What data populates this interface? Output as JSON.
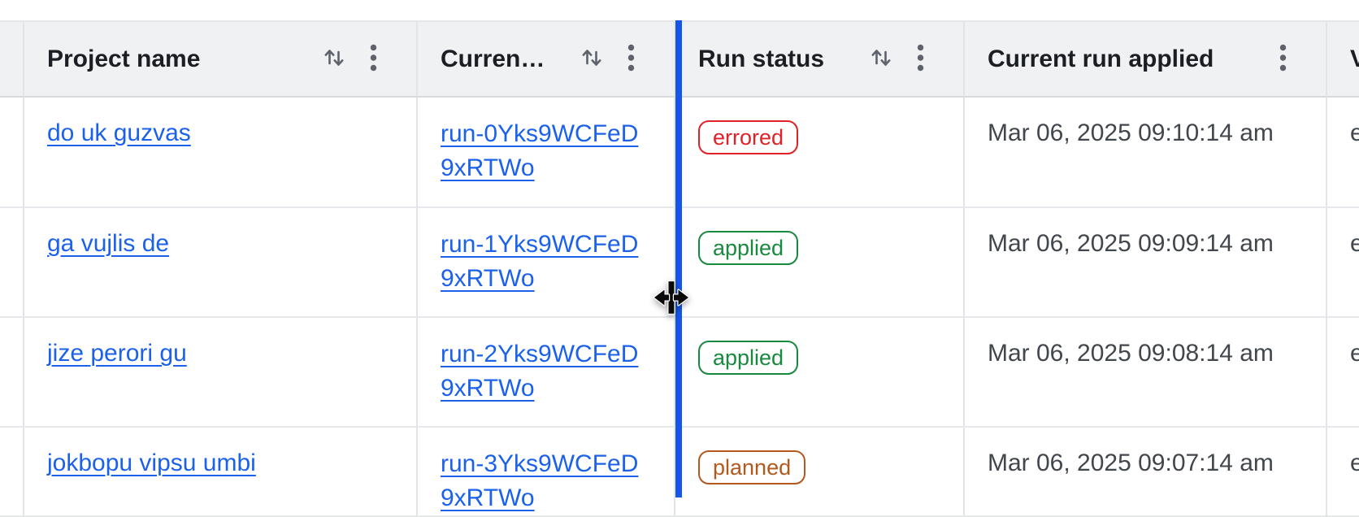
{
  "table": {
    "columns": [
      {
        "label": "Project name",
        "sortable": true,
        "has_menu": true
      },
      {
        "label": "Curren…",
        "sortable": true,
        "has_menu": true
      },
      {
        "label": "Run status",
        "sortable": true,
        "has_menu": true
      },
      {
        "label": "Current run applied",
        "sortable": false,
        "has_menu": true
      },
      {
        "label": "V",
        "sortable": false,
        "has_menu": false
      }
    ],
    "rows": [
      {
        "project": "do uk guzvas",
        "run": "run-0Yks9WCFeD9xRTWo",
        "status": "errored",
        "applied": "Mar 06, 2025 09:10:14 am",
        "extra": "e"
      },
      {
        "project": "ga vujlis de",
        "run": "run-1Yks9WCFeD9xRTWo",
        "status": "applied",
        "applied": "Mar 06, 2025 09:09:14 am",
        "extra": "e"
      },
      {
        "project": "jize perori gu",
        "run": "run-2Yks9WCFeD9xRTWo",
        "status": "applied",
        "applied": "Mar 06, 2025 09:08:14 am",
        "extra": "e"
      },
      {
        "project": "jokbopu vipsu umbi",
        "run": "run-3Yks9WCFeD9xRTWo",
        "status": "planned",
        "applied": "Mar 06, 2025 09:07:14 am",
        "extra": "e"
      }
    ]
  },
  "resize": {
    "state": "column-resize-in-progress",
    "indicator_color": "#1457e8"
  },
  "icons": {
    "sort": "swap-vertical-arrows-icon",
    "menu": "kebab-vertical-dots-icon",
    "cursor": "col-resize-cursor-icon"
  },
  "colors": {
    "link": "#1c61e9",
    "header_bg": "#f0f1f3",
    "border": "#e2e4e8",
    "header_text": "#1b1e23",
    "body_text": "#42464d",
    "icon_gray": "#5d626b",
    "status_errored": "#e02127",
    "status_applied": "#178a3e",
    "status_planned": "#b3591d",
    "resize_line": "#1457e8"
  }
}
